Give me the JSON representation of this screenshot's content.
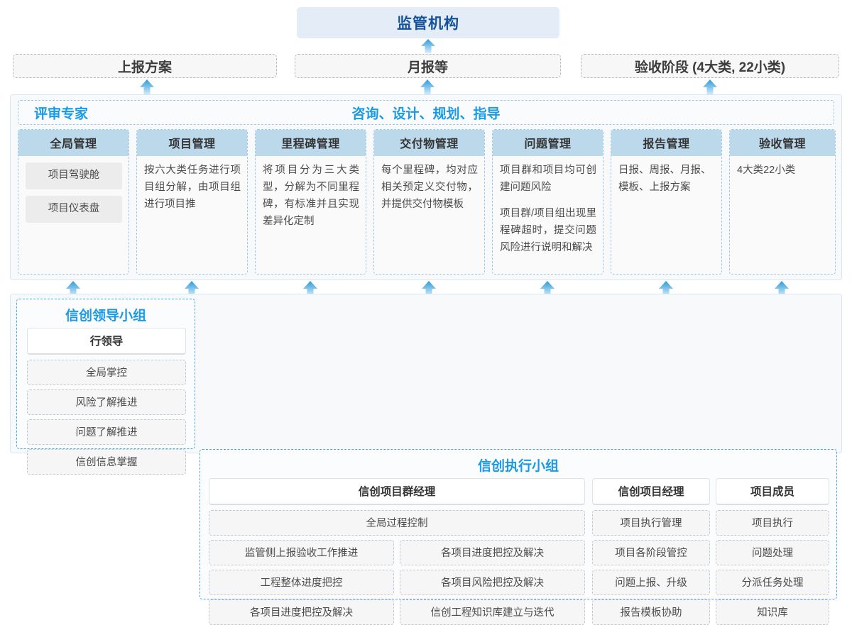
{
  "top": {
    "regulator": {
      "label": "监管机构"
    },
    "channels": [
      {
        "name": "report-plan",
        "label": "上报方案"
      },
      {
        "name": "monthly-report",
        "label": "月报等"
      },
      {
        "name": "acceptance-stage",
        "label": "验收阶段 (4大类, 22小类)"
      }
    ]
  },
  "middle": {
    "band_left_label": "评审专家",
    "band_center_label": "咨询、设计、规划、指导",
    "columns": [
      {
        "name": "global-management",
        "title": "全局管理",
        "pills": [
          "项目驾驶舱",
          "项目仪表盘"
        ],
        "paragraphs": []
      },
      {
        "name": "project-management",
        "title": "项目管理",
        "pills": [],
        "paragraphs": [
          "按六大类任务进行项目组分解，由项目组进行项目推"
        ]
      },
      {
        "name": "milestone-management",
        "title": "里程碑管理",
        "pills": [],
        "paragraphs": [
          "将项目分为三大类型，分解为不同里程碑，有标准并且实现差异化定制"
        ]
      },
      {
        "name": "deliverable-management",
        "title": "交付物管理",
        "pills": [],
        "paragraphs": [
          "每个里程碑，均对应相关预定义交付物，并提供交付物模板"
        ]
      },
      {
        "name": "issue-management",
        "title": "问题管理",
        "pills": [],
        "paragraphs": [
          "项目群和项目均可创建问题风险",
          "项目群/项目组出现里程碑超时，提交问题风险进行说明和解决"
        ]
      },
      {
        "name": "report-management",
        "title": "报告管理",
        "pills": [],
        "paragraphs": [
          "日报、周报、月报、模板、上报方案"
        ]
      },
      {
        "name": "acceptance-management",
        "title": "验收管理",
        "pills": [],
        "paragraphs": [
          "4大类22小类"
        ]
      }
    ]
  },
  "bottom": {
    "leading_group": {
      "name": "leading-group",
      "title": "信创领导小组",
      "roles": [
        {
          "name": "bank-leader",
          "head": "行领导",
          "items": [
            "全局掌控",
            "风险了解推进",
            "问题了解推进",
            "信创信息掌握"
          ]
        }
      ]
    },
    "execution_group": {
      "name": "execution-group",
      "title": "信创执行小组",
      "program_manager": {
        "name": "program-manager",
        "head": "信创项目群经理",
        "full_width_item": "全局过程控制",
        "left_items": [
          "监管侧上报验收工作推进",
          "工程整体进度把控",
          "各项目进度把控及解决"
        ],
        "right_items": [
          "各项目进度把控及解决",
          "各项目风险把控及解决",
          "信创工程知识库建立与迭代"
        ]
      },
      "project_manager": {
        "name": "project-manager",
        "head": "信创项目经理",
        "items": [
          "项目执行管理",
          "项目各阶段管控",
          "问题上报、升级",
          "报告模板协助"
        ]
      },
      "project_member": {
        "name": "project-member",
        "head": "项目成员",
        "items": [
          "项目执行",
          "问题处理",
          "分派任务处理",
          "知识库"
        ]
      }
    }
  },
  "arrows": {
    "icon": "arrow-up-icon",
    "color": "#3aa5e0",
    "to_regulator_count": 1,
    "to_channels_count": 3,
    "to_columns_count": 7
  }
}
